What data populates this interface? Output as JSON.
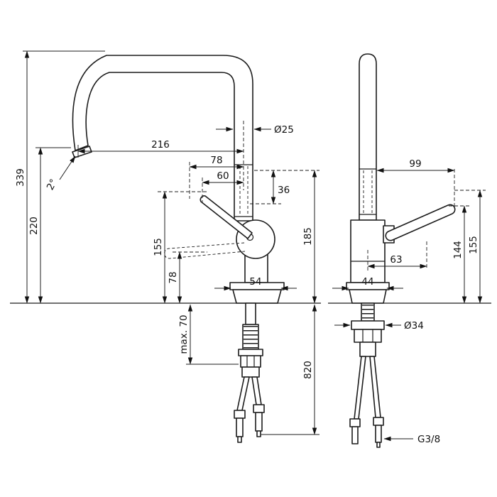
{
  "drawing": {
    "front_view": {
      "spout_diameter": "Ø25",
      "spout_reach": "216",
      "handle_reach": "78",
      "handle_reach_inner": "60",
      "riser_offset": "36",
      "total_height": "339",
      "spout_outlet_height": "220",
      "handle_end_height": "155",
      "handle_down_height": "78",
      "upper_section_height": "185",
      "base_width": "54",
      "max_counter_thickness": "max. 70",
      "hose_length": "820",
      "spout_angle": "2°"
    },
    "side_view": {
      "handle_length": "99",
      "handle_pivot_offset": "63",
      "handle_pivot_height": "144",
      "handle_end_height": "155",
      "base_depth": "44",
      "escutcheon_diameter": "Ø34",
      "connection_thread": "G3/8"
    }
  }
}
